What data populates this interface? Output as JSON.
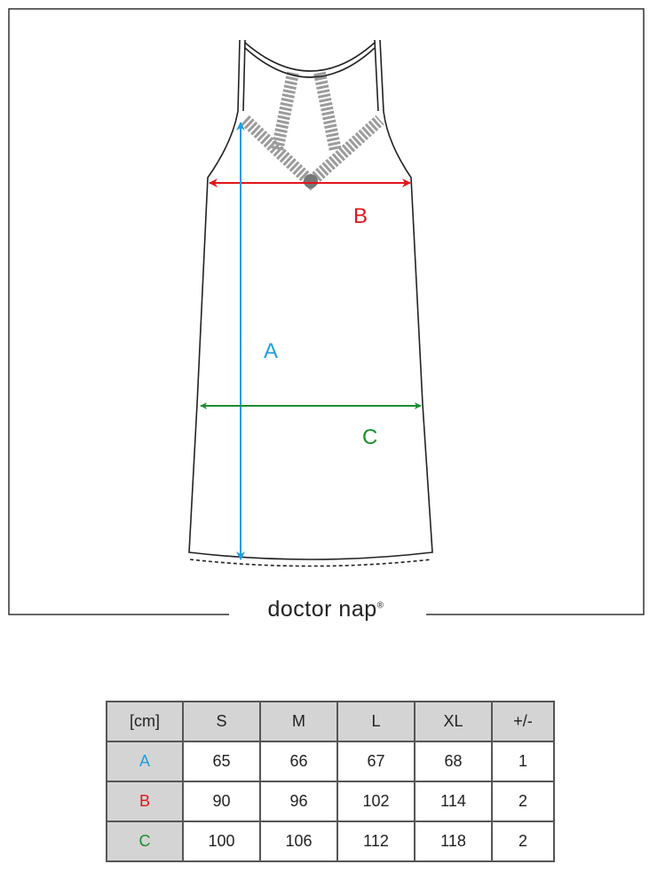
{
  "diagram": {
    "labels": {
      "A": "A",
      "B": "B",
      "C": "C"
    },
    "colors": {
      "A": "#1e9ee0",
      "B": "#e3151b",
      "C": "#1c8c2e",
      "outline": "#222222",
      "lace": "#8a8a8a"
    }
  },
  "brand": {
    "name": "doctor nap",
    "mark": "®"
  },
  "table": {
    "header": [
      "[cm]",
      "S",
      "M",
      "L",
      "XL",
      "+/-"
    ],
    "rows": [
      {
        "label": "A",
        "values": [
          "65",
          "66",
          "67",
          "68",
          "1"
        ]
      },
      {
        "label": "B",
        "values": [
          "90",
          "96",
          "102",
          "114",
          "2"
        ]
      },
      {
        "label": "C",
        "values": [
          "100",
          "106",
          "112",
          "118",
          "2"
        ]
      }
    ]
  }
}
